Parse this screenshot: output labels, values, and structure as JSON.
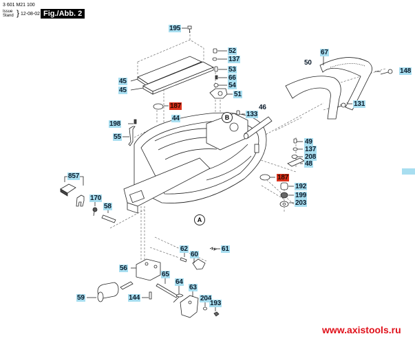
{
  "header": {
    "part_number": "3 601 M21 100",
    "issue_label_1": "Issue",
    "issue_label_2": "Stand",
    "issue_date": "12-08-02",
    "figure_label": "Fig./Abb. 2"
  },
  "callouts": {
    "c195": "195",
    "c52": "52",
    "c137a": "137",
    "c53": "53",
    "c66": "66",
    "c54": "54",
    "c51": "51",
    "c45a": "45",
    "c45b": "45",
    "c67": "67",
    "c50": "50",
    "c148": "148",
    "c131": "131",
    "c187a": "187",
    "c44": "44",
    "c198": "198",
    "c55": "55",
    "c46": "46",
    "c133": "133",
    "c49": "49",
    "c137b": "137",
    "c208": "208",
    "c48": "48",
    "c187b": "187",
    "c192": "192",
    "c199": "199",
    "c203": "203",
    "c857": "857",
    "c170": "170",
    "c58": "58",
    "c62": "62",
    "c61": "61",
    "c60": "60",
    "c56": "56",
    "c65": "65",
    "c64": "64",
    "c63": "63",
    "c59": "59",
    "c144": "144",
    "c204": "204",
    "c193": "193"
  },
  "markers": {
    "a": "A",
    "b": "B"
  },
  "highlight_color": "#a8def0",
  "alert_color": "#d9301a",
  "watermark": "www.axistools.ru"
}
